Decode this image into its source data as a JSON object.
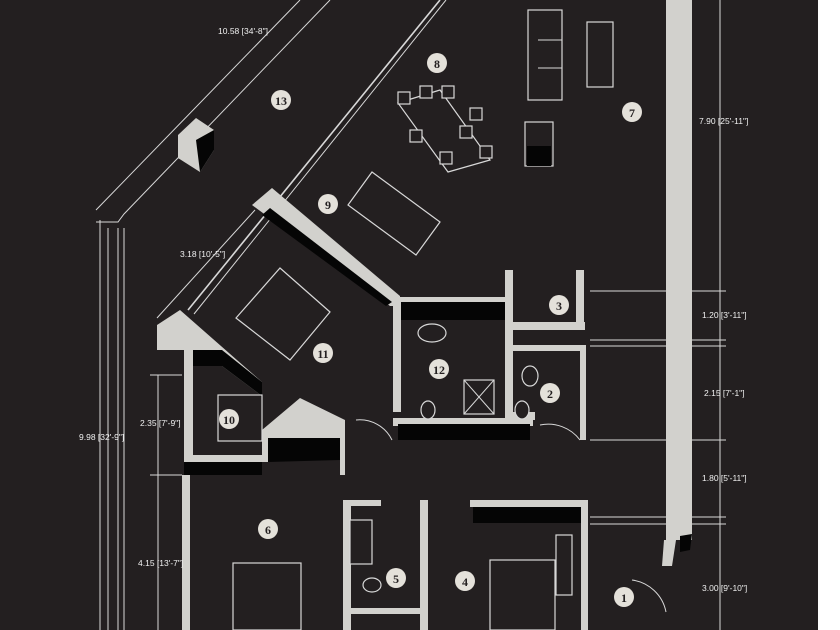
{
  "dimensions": {
    "top_diag": "10.58 [34'-8\"]",
    "right_top": "7.90 [25'-11\"]",
    "diag_bed": "3.18 [10'-5\"]",
    "right_1": "1.20 [3'-11\"]",
    "right_2": "2.15 [7'-1\"]",
    "right_3": "1.80 [5'-11\"]",
    "right_4": "3.00 [9'-10\"]",
    "left_total": "9.98 [32'-9\"]",
    "left_1": "2.35 [7'-9\"]",
    "left_2": "4.15 [13'-7\"]"
  },
  "rooms": [
    "1",
    "2",
    "3",
    "4",
    "5",
    "6",
    "7",
    "8",
    "9",
    "10",
    "11",
    "12",
    "13"
  ],
  "colors": {
    "background": "#231f20",
    "wall": "#d2d1cd",
    "label_circle": "#e4e1da"
  }
}
